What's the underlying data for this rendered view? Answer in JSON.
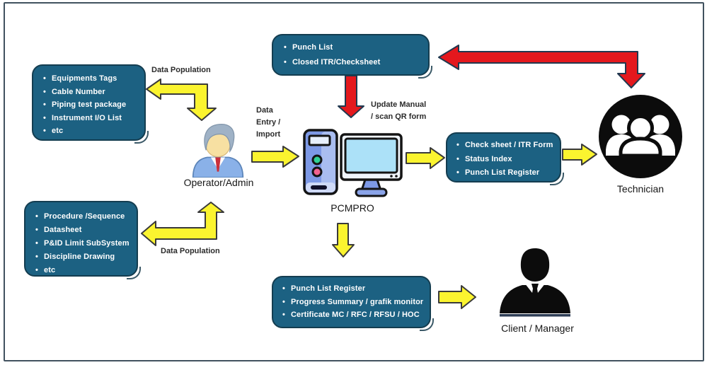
{
  "diagram": {
    "boxes": {
      "top_left": {
        "items": [
          "Equipments Tags",
          "Cable Number",
          "Piping test package",
          "Instrument I/O List",
          "etc"
        ]
      },
      "bottom_left": {
        "items": [
          "Procedure /Sequence",
          "Datasheet",
          "P&ID Limit SubSystem",
          "Discipline Drawing",
          "etc"
        ]
      },
      "top_center": {
        "items": [
          "Punch List",
          "Closed ITR/Checksheet"
        ]
      },
      "right": {
        "items": [
          "Check sheet / ITR Form",
          "Status Index",
          "Punch List Register"
        ]
      },
      "bottom_center": {
        "items": [
          "Punch List Register",
          "Progress Summary / grafik monitor",
          "Certificate MC / RFC / RFSU / HOC"
        ]
      }
    },
    "nodes": {
      "operator": {
        "label": "Operator/Admin",
        "icon": "person-suit-icon"
      },
      "pcmpro": {
        "label": "PCMPRO",
        "icon": "desktop-computer-icon"
      },
      "technician": {
        "label": "Technician",
        "icon": "people-group-circle-icon"
      },
      "client": {
        "label": "Client / Manager",
        "icon": "businessman-silhouette-icon"
      }
    },
    "labels": {
      "data_population_top": "Data Population",
      "data_population_bottom": "Data Population",
      "data_entry_line1": "Data",
      "data_entry_line2": "Entry /",
      "data_entry_line3": "Import",
      "update_manual_line1": "Update Manual",
      "update_manual_line2": "/ scan QR form"
    },
    "colors": {
      "box_fill": "#1c6182",
      "box_border": "#143d50",
      "box_text": "#ffffff",
      "arrow_yellow": "#fbf42f",
      "arrow_yellow_outline": "#3a3a3a",
      "arrow_red": "#e4181d",
      "arrow_red_outline": "#21384f",
      "label_text": "#2b2b2b",
      "frame_border": "#41525f",
      "icon_black": "#0c0c0c"
    }
  }
}
